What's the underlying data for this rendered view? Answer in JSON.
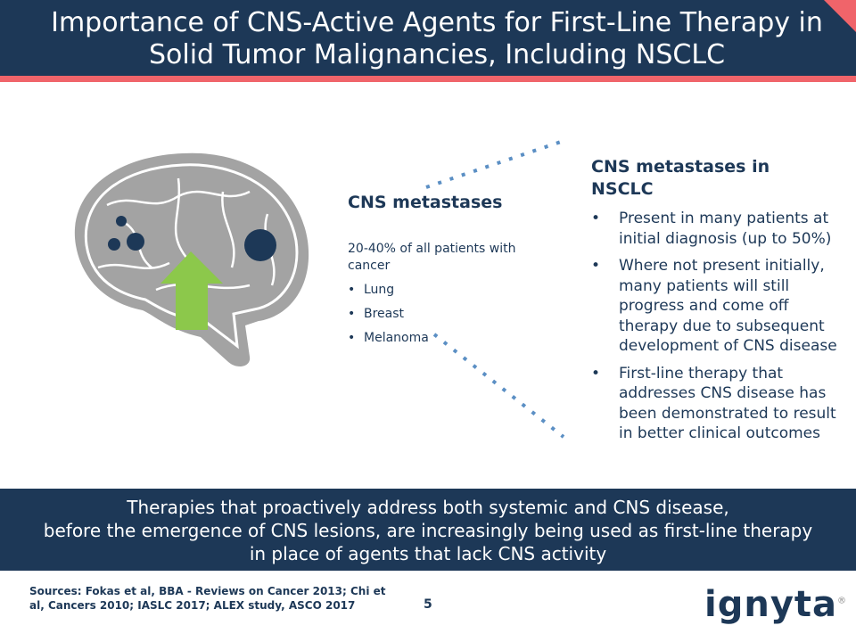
{
  "header": {
    "title_line1": "Importance of CNS-Active Agents for First-Line Therapy in",
    "title_line2": "Solid Tumor Malignancies, Including NSCLC"
  },
  "middle": {
    "heading": "CNS metastases",
    "intro": "20-40% of all patients with cancer",
    "items": [
      "Lung",
      "Breast",
      "Melanoma"
    ]
  },
  "right": {
    "heading": "CNS metastases in NSCLC",
    "items": [
      "Present in many patients at initial diagnosis (up to 50%)",
      "Where not present initially, many patients will still progress and come off therapy due to subsequent development of CNS disease",
      "First-line therapy that addresses CNS disease has been demonstrated to result in better clinical outcomes"
    ]
  },
  "banner": {
    "line1": "Therapies that proactively address both systemic and CNS disease,",
    "line2": "before the emergence of CNS lesions, are increasingly being used as first-line therapy",
    "line3": "in place of agents that lack CNS activity"
  },
  "footer": {
    "sources": "Sources: Fokas et al, BBA - Reviews on Cancer 2013; Chi et al, Cancers 2010; IASLC 2017; ALEX study, ASCO 2017",
    "page": "5",
    "logo": "ignyta",
    "logo_mark": "®"
  },
  "colors": {
    "navy": "#1d3857",
    "accent": "#f0646a",
    "arrow": "#8cc84b",
    "dots": "#5b8fc4"
  }
}
